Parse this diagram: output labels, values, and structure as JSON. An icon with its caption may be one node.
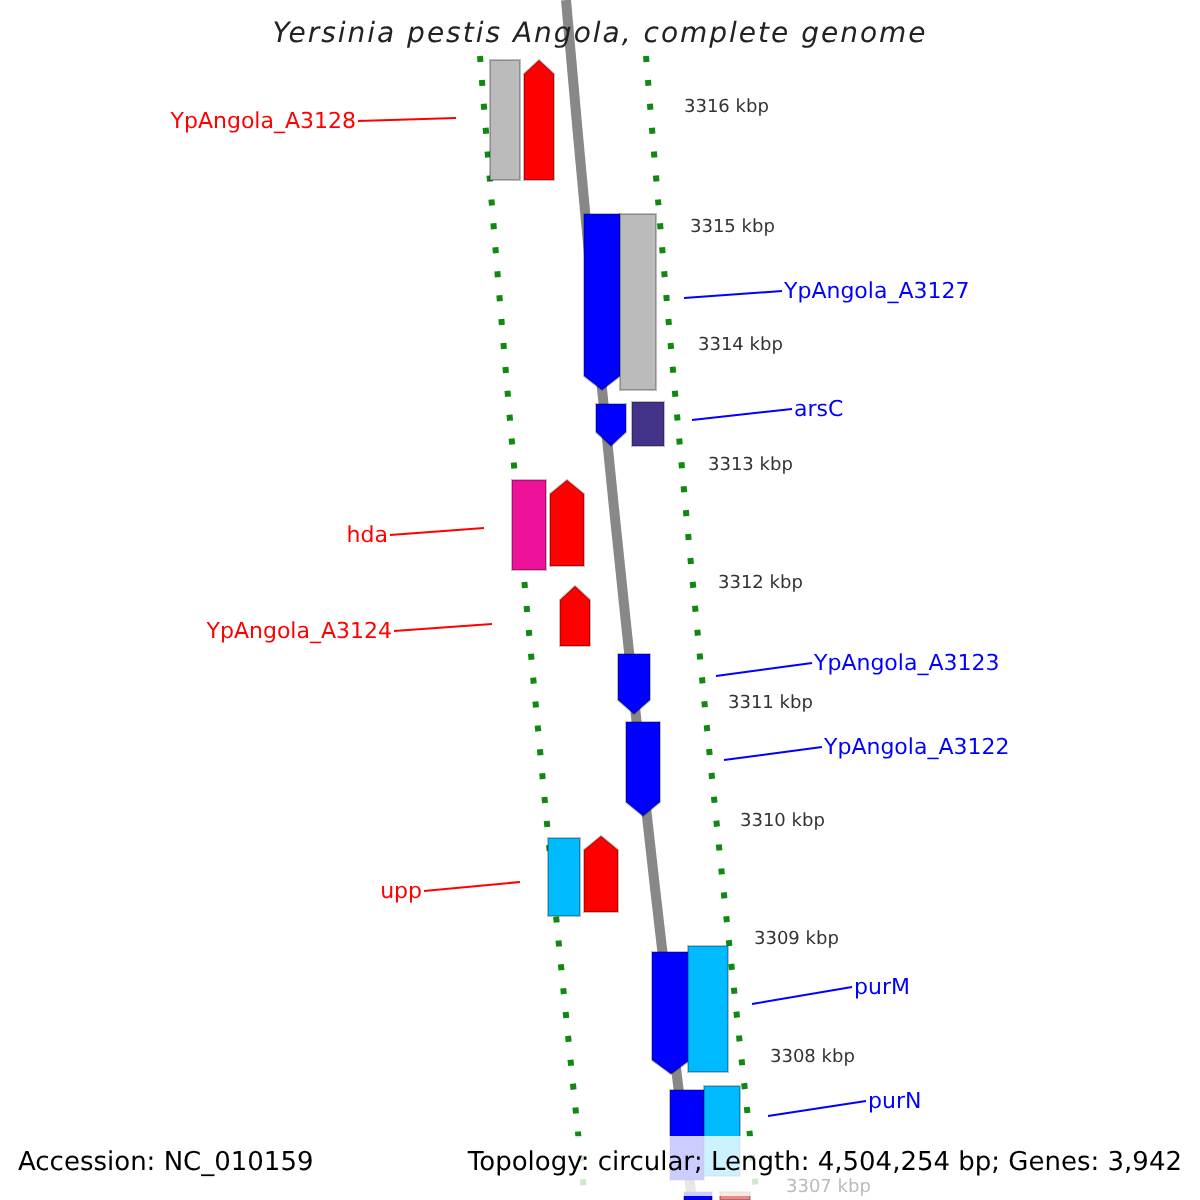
{
  "diagram": {
    "title": "Yersinia pestis Angola, complete genome",
    "nodes": [
      {
        "text": [
          "YpAngola_A3128"
        ]
      },
      {
        "text": [
          "YpAngola_A3127"
        ]
      },
      {
        "text": [
          "arsC"
        ]
      },
      {
        "text": [
          "hda"
        ]
      },
      {
        "text": [
          "YpAngola_A3124"
        ]
      },
      {
        "text": [
          "YpAngola_A3123"
        ]
      },
      {
        "text": [
          "YpAngola_A3122"
        ]
      },
      {
        "text": [
          "upp"
        ]
      },
      {
        "text": [
          "purM"
        ]
      },
      {
        "text": [
          "purN"
        ]
      }
    ],
    "edges": [
      {
        "from": 0,
        "to": null,
        "arrow": "none",
        "color": "#ff0000"
      },
      {
        "from": 1,
        "to": null,
        "arrow": "none"
      },
      {
        "from": 2,
        "to": null,
        "arrow": "none"
      },
      {
        "from": 3,
        "to": null,
        "arrow": "none",
        "color": "#ff0000"
      },
      {
        "from": 4,
        "to": null,
        "arrow": "none",
        "color": "#ff0000"
      },
      {
        "from": 5,
        "to": null,
        "arrow": "none"
      },
      {
        "from": 6,
        "to": null,
        "arrow": "none"
      },
      {
        "from": 7,
        "to": null,
        "arrow": "none",
        "color": "#ff0000"
      },
      {
        "from": 8,
        "to": null,
        "arrow": "none"
      },
      {
        "from": 9,
        "to": null,
        "arrow": "none"
      }
    ],
    "labels": [
      "3316 kbp",
      "3315 kbp",
      "3314 kbp",
      "3313 kbp",
      "3312 kbp",
      "3311 kbp",
      "3310 kbp",
      "3309 kbp",
      "3308 kbp",
      "3307 kbp",
      "Accession: NC_010159",
      "Topology: circular; Length: 4,504,254 bp; Genes: 3,942"
    ]
  }
}
